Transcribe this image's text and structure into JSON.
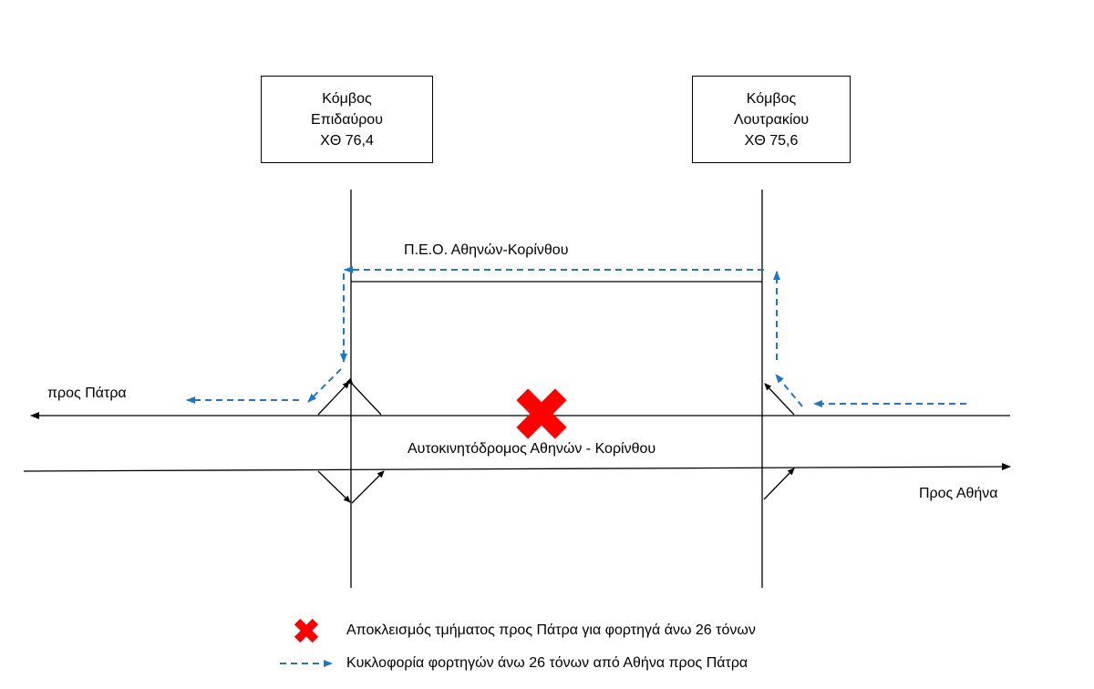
{
  "nodes": {
    "epidaurus": {
      "line1": "Κόμβος",
      "line2": "Επιδαύρου",
      "line3": "ΧΘ 76,4"
    },
    "loutraki": {
      "line1": "Κόμβος",
      "line2": "Λουτρακίου",
      "line3": "ΧΘ 75,6"
    }
  },
  "labels": {
    "old_road": "Π.Ε.Ο. Αθηνών-Κορίνθου",
    "to_patra": "προς Πάτρα",
    "motorway": "Αυτοκινητόδρομος Αθηνών - Κορίνθου",
    "to_athens": "Προς Αθήνα"
  },
  "legend": {
    "closure": "Αποκλεισμός τμήματος προς Πάτρα για φορτηγά άνω 26 τόνων",
    "detour": "Κυκλοφορία φορτηγών άνω 26 τόνων από Αθήνα προς Πάτρα"
  },
  "colors": {
    "road": "#000000",
    "detour": "#1f77c8",
    "closure": "#ff0000"
  },
  "icons": {
    "closure": "red-x-icon",
    "detour": "dashed-arrow-icon"
  }
}
